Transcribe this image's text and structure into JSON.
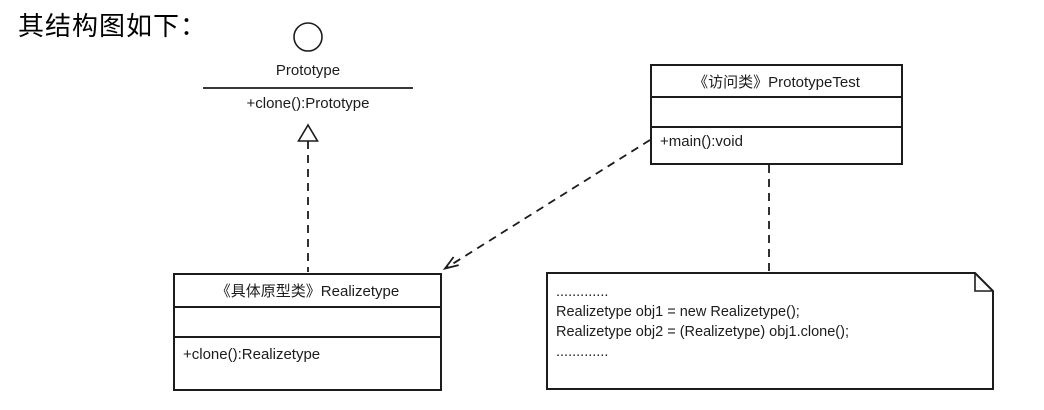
{
  "caption": "其结构图如下：",
  "interface": {
    "name": "Prototype",
    "method": "+clone():Prototype"
  },
  "realizetype": {
    "title": "《具体原型类》Realizetype",
    "attributes": "",
    "method": "+clone():Realizetype"
  },
  "prototypetest": {
    "title": "《访问类》PrototypeTest",
    "attributes": "",
    "method": "+main():void"
  },
  "note": {
    "lines": [
      ".............",
      "Realizetype obj1 = new Realizetype();",
      "Realizetype obj2 = (Realizetype) obj1.clone();",
      "............."
    ]
  },
  "relationships": {
    "realization": "Realizetype ..|> Prototype (dashed line, hollow triangle)",
    "dependency": "PrototypeTest ..> Realizetype (dashed line, open arrow)",
    "note_anchor": "PrototypeTest .. code-note (dashed line)"
  },
  "colors": {
    "stroke": "#1c1c1c",
    "background": "#ffffff"
  }
}
